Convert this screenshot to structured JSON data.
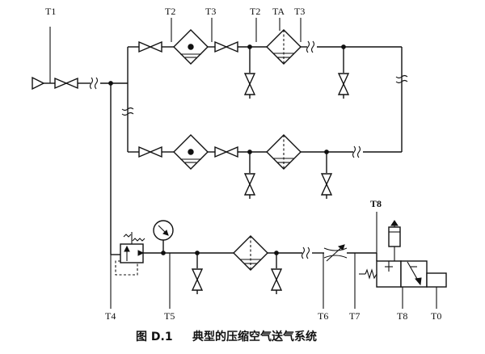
{
  "labels": {
    "t1": "T1",
    "t2_top": "T2",
    "t3_top": "T3",
    "t2_top_b": "T2",
    "ta": "TA",
    "t3_top_b": "T3",
    "t8_top": "T8",
    "t4": "T4",
    "t5": "T5",
    "t6": "T6",
    "t7": "T7",
    "t8_bottom": "T8",
    "t0": "T0"
  },
  "caption": {
    "figure_no": "图 D.1",
    "title": "典型的压缩空气送气系统"
  },
  "colors": {
    "line": "#111111",
    "background": "#ffffff"
  }
}
